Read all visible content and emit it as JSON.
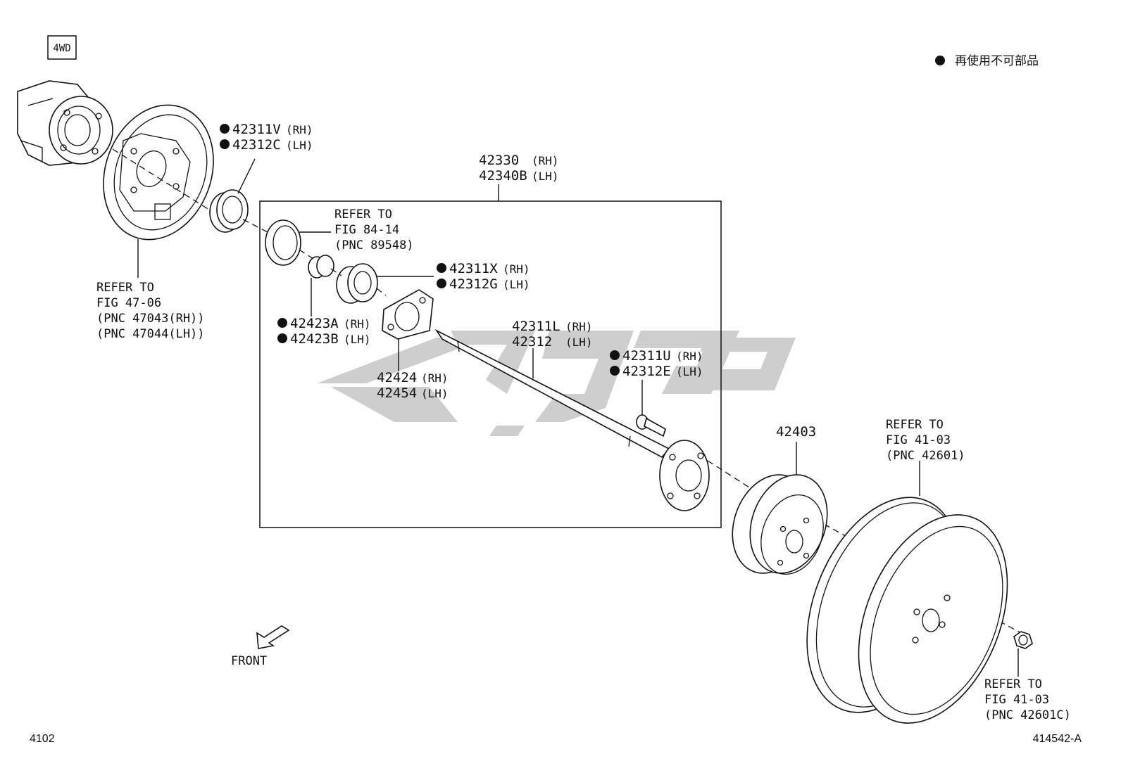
{
  "badge": {
    "text": "4WD"
  },
  "legend": {
    "text": "再使用不可部品"
  },
  "footer": {
    "left_code": "4102",
    "right_code": "414542-A"
  },
  "front_label": "FRONT",
  "watermark": {
    "color": "#c9c9c9"
  },
  "refs": {
    "backing_plate": [
      "REFER TO",
      "FIG 47-06",
      "(PNC 47043(RH))",
      "(PNC 47044(LH))"
    ],
    "sensor_rotor": [
      "REFER TO",
      "FIG 84-14",
      "(PNC 89548)"
    ],
    "wheel": [
      "REFER TO",
      "FIG 41-03",
      "(PNC 42601)"
    ],
    "nut": [
      "REFER TO",
      "FIG 41-03",
      "(PNC 42601C)"
    ]
  },
  "parts": {
    "oil_seal": {
      "rh": "42311V",
      "rh_suffix": "(RH)",
      "lh": "42312C",
      "lh_suffix": "(LH)"
    },
    "axle_assembly": {
      "rh": "42330",
      "rh_suffix": "(RH)",
      "lh": "42340B",
      "lh_suffix": "(LH)"
    },
    "bearing": {
      "rh": "42311X",
      "rh_suffix": "(RH)",
      "lh": "42312G",
      "lh_suffix": "(LH)"
    },
    "retainer": {
      "rh": "42423A",
      "rh_suffix": "(RH)",
      "lh": "42423B",
      "lh_suffix": "(LH)"
    },
    "retainer_plate": {
      "rh": "42424",
      "rh_suffix": "(RH)",
      "lh": "42454",
      "lh_suffix": "(LH)"
    },
    "axle_shaft": {
      "rh": "42311L",
      "rh_suffix": "(RH)",
      "lh": "42312",
      "lh_suffix": "(LH)"
    },
    "hub_bolt": {
      "rh": "42311U",
      "rh_suffix": "(RH)",
      "lh": "42312E",
      "lh_suffix": "(LH)"
    },
    "brake_drum": {
      "code": "42403"
    }
  }
}
